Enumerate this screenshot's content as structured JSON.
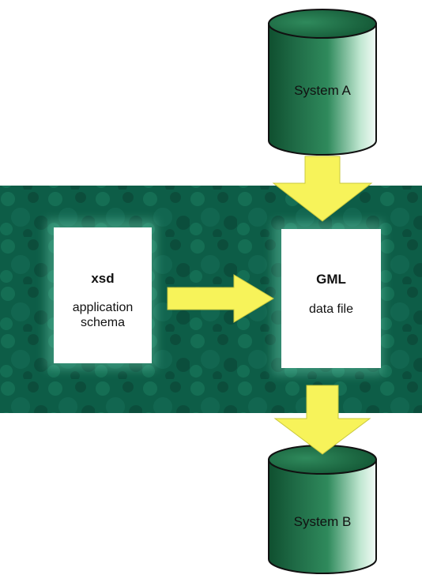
{
  "diagram": {
    "system_a": {
      "label": "System A"
    },
    "system_b": {
      "label": "System B"
    },
    "schema_doc": {
      "title": "xsd",
      "subtitle_line1": "application",
      "subtitle_line2": "schema"
    },
    "gml_doc": {
      "title": "GML",
      "subtitle": "data file"
    },
    "colors": {
      "cylinder_dark": "#1f6b46",
      "cylinder_light": "#d8efe2",
      "panel": "#0f6a52",
      "arrow": "#f7f35a"
    }
  }
}
